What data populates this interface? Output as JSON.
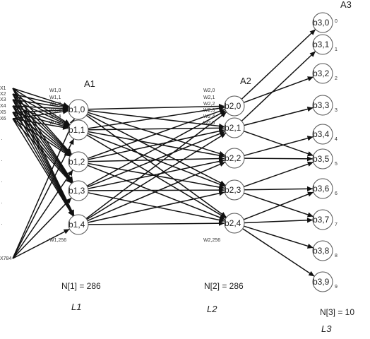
{
  "inputs": {
    "top": [
      "X1",
      "X2",
      "X3",
      "X4",
      "X5",
      "X6"
    ],
    "bottom": "X784"
  },
  "layers": [
    {
      "title": "A1",
      "count_label": "N[1] = 286",
      "name": "L1",
      "nodes": [
        "b1,0",
        "b1,1",
        "b1,2",
        "b1,3",
        "b1,4"
      ],
      "weights": [
        "W1,0",
        "W1,1",
        "W1,2",
        "W1,3",
        "W1,4",
        "W1,5"
      ],
      "weight_last": "W1,256"
    },
    {
      "title": "A2",
      "count_label": "N[2] = 286",
      "name": "L2",
      "nodes": [
        "b2,0",
        "b2,1",
        "b2,2",
        "b2,3",
        "b2,4"
      ],
      "weights": [
        "W2,0",
        "W2,1",
        "W2,2",
        "W2,3",
        "W2,4",
        "W2,5"
      ],
      "weight_last": "W2,256"
    },
    {
      "title": "A3",
      "count_label": "N[3] = 10",
      "name": "L3",
      "nodes": [
        "b3,0",
        "b3,1",
        "b3,2",
        "b3,3",
        "b3,4",
        "b3,5",
        "b3,6",
        "b3,7",
        "b3,8",
        "b3,9"
      ],
      "subscripts": [
        "0",
        "1",
        "2",
        "3",
        "4",
        "5",
        "6",
        "7",
        "8",
        "9"
      ]
    }
  ],
  "colors": {
    "edge": "#111111",
    "node_stroke": "#555555",
    "text": "#222222"
  }
}
